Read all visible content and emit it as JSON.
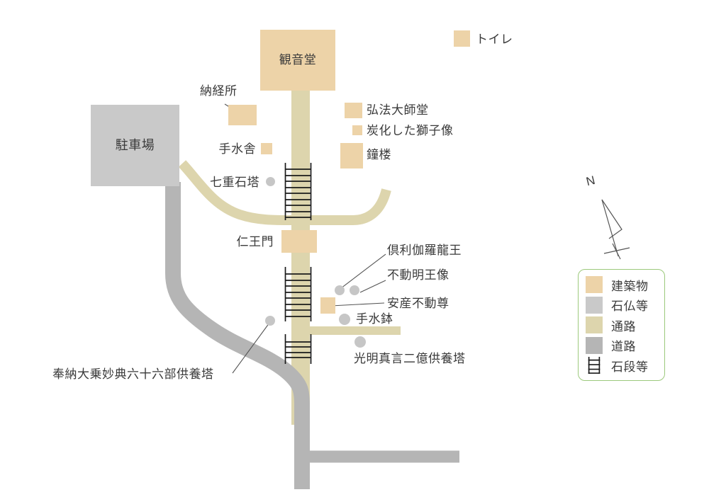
{
  "colors": {
    "building": "#edd3a8",
    "stone": "#c9c9c9",
    "marker": "#c6c6c6",
    "path": "#ddd5ad",
    "road": "#b5b5b5",
    "legend_border": "#9cc97c",
    "text": "#3a3a3a",
    "leader_line": "#555555",
    "stairs_line": "#1a1a1a"
  },
  "compass": {
    "north_label": "N"
  },
  "map": {
    "labels": {
      "kannondo": "観音堂",
      "toilet": "トイレ",
      "nokyosho": "納経所",
      "kobodaishido": "弘法大師堂",
      "lion": "炭化した獅子像",
      "chozusha": "手水舎",
      "shoro": "鐘楼",
      "parking": "駐車場",
      "shichiju_sekito": "七重石塔",
      "niomon": "仁王門",
      "kurikara": "倶利伽羅龍王",
      "fudo_myoo": "不動明王像",
      "anzan_fudoson": "安産不動尊",
      "chozubachi": "手水鉢",
      "komyo_shingon": "光明真言二億供養塔",
      "hono_kuyoto": "奉納大乗妙典六十六部供養塔"
    }
  },
  "legend": {
    "items": [
      {
        "key": "building",
        "label": "建築物",
        "icon": "building-swatch"
      },
      {
        "key": "stone",
        "label": "石仏等",
        "icon": "stone-swatch"
      },
      {
        "key": "path",
        "label": "通路",
        "icon": "path-swatch"
      },
      {
        "key": "road",
        "label": "道路",
        "icon": "road-swatch"
      },
      {
        "key": "steps",
        "label": "石段等",
        "icon": "ladder-icon"
      }
    ]
  }
}
